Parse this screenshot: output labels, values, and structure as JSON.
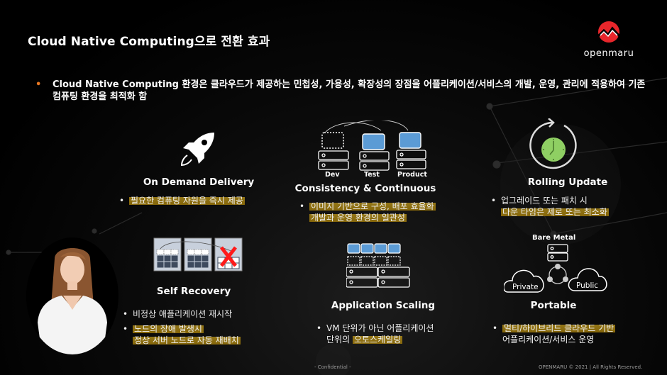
{
  "slide": {
    "title": "Cloud Native Computing으로 전환 효과",
    "logo": {
      "text": "openmaru",
      "color": "#e8262b"
    },
    "intro": {
      "bullet": "•",
      "text": "Cloud Native Computing 환경은 클라우드가 제공하는 민첩성, 가용성, 확장성의 장점을 어플리케이션/서비스의  개발, 운영, 관리에 적용하여 기존 컴퓨팅 환경을 최적화 함"
    },
    "cards": {
      "on_demand": {
        "icon": "rocket-icon",
        "title": "On Demand Delivery",
        "bullets": [
          {
            "text": "필요한 컴퓨팅 자원을 즉시 제공",
            "highlight": true
          }
        ]
      },
      "consistency": {
        "icon": "dev-test-product-servers-icon",
        "labels": [
          "Dev",
          "Test",
          "Product"
        ],
        "title": "Consistency & Continuous",
        "bullets": [
          {
            "line1": "이미지 기반으로 구성, 배포 효율화",
            "line2": "개발과 운영 환경의 일관성",
            "highlight": true
          }
        ]
      },
      "rolling": {
        "icon": "rolling-clock-icon",
        "title": "Rolling Update",
        "bullets": [
          {
            "line1": "업그레이드 또는 패치 시",
            "line2": "다운 타임은 제로 또는 최소화"
          }
        ]
      },
      "self_recovery": {
        "icon": "recovery-nodes-icon",
        "title": "Self Recovery",
        "bullets": [
          {
            "text": "비정상 애플리케이션 재시작"
          },
          {
            "line1": "노드의 장애 발생시",
            "line2": "정상 서버 노드로 자동 재배치",
            "highlight": true
          }
        ]
      },
      "scaling": {
        "icon": "scaling-servers-icon",
        "title": "Application Scaling",
        "bullets": [
          {
            "line1": "VM 단위가 아닌 어플리케이션",
            "line2_prefix": "단위의 ",
            "line2_highlight": "오토스케일링"
          }
        ]
      },
      "portable": {
        "icon": "hybrid-cloud-icon",
        "labels": {
          "bare_metal": "Bare Metal",
          "private": "Private",
          "public": "Public"
        },
        "title": "Portable",
        "bullets": [
          {
            "line1": "멀티/하이브리드 클라우드 기반",
            "line2": "어플리케이션/서비스 운영",
            "highlight_line1": true
          }
        ]
      }
    },
    "footer": {
      "confidential": "- Confidential -",
      "copyright": "OPENMARU ©  2021 | All Rights Reserved."
    },
    "colors": {
      "accent_orange": "#e87722",
      "highlight": "#a8830f",
      "server_blue": "#5b9bd5",
      "clock_green": "#8fcf63",
      "error_red": "#ff1a1a"
    }
  }
}
